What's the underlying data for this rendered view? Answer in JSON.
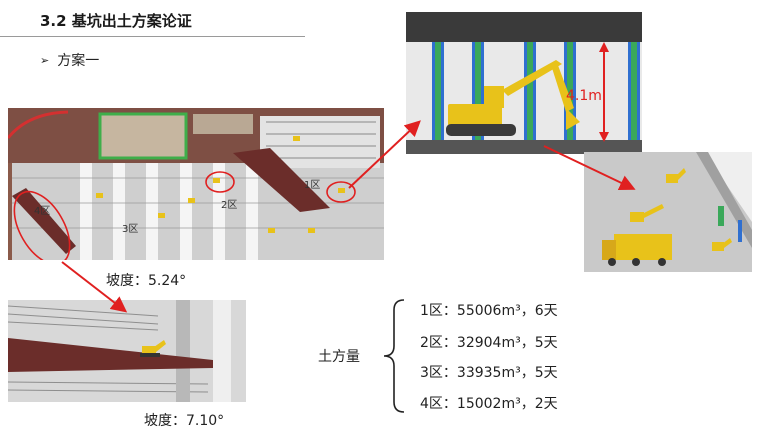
{
  "header": {
    "title": "3.2 基坑出土方案论证",
    "bullet": "方案一"
  },
  "plan_view": {
    "zone_labels": [
      "1区",
      "2区",
      "3区",
      "4区"
    ]
  },
  "section_view": {
    "height_label": "4.1m"
  },
  "captions": {
    "slope_1": "坡度：5.24°",
    "slope_2": "坡度：7.10°"
  },
  "earthwork": {
    "label": "土方量",
    "items": [
      {
        "text": "1区：55006m³，6天"
      },
      {
        "text": "2区：32904m³，5天"
      },
      {
        "text": "3区：33935m³，5天"
      },
      {
        "text": "4区：15002m³，2天"
      }
    ]
  },
  "colors": {
    "accent_red": "#e02020",
    "soil_brown": "#7a3b35",
    "excavator_yellow": "#e8c21a",
    "column_blue": "#2f6fd0",
    "column_green": "#3aa85a"
  }
}
